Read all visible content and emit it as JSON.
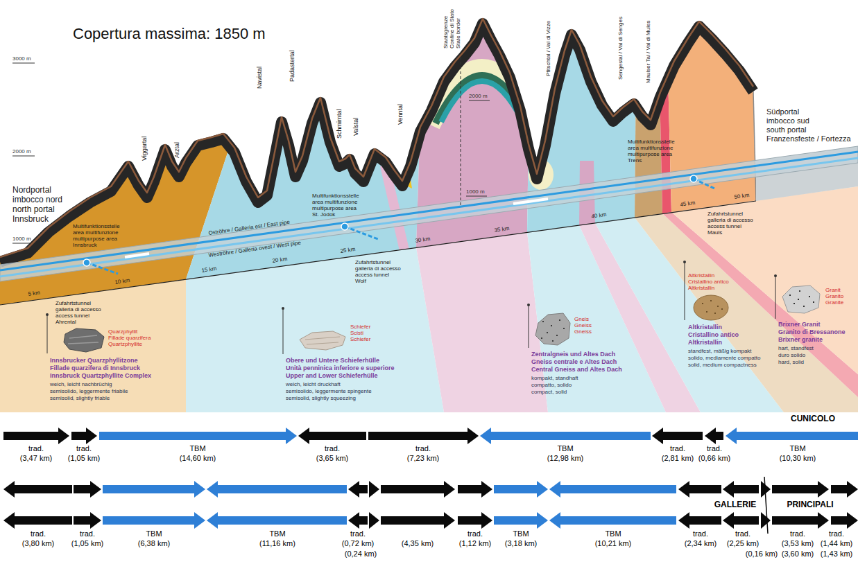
{
  "diagram": {
    "title": "Copertura massima: 1850 m",
    "nodes": [
      {
        "text": [
          "Quarzphyllit",
          "Fillade quarzifera",
          "Quartzphyllite",
          "Innsbrucker Quarzphyllitzone",
          "Fillade quarzifera di Innsbruck",
          "Innsbruck Quartzphyllite Complex",
          "weich, leicht nachbrüchig",
          "semisolido, leggermente friabile",
          "semisolid, slightly friable"
        ]
      },
      {
        "text": [
          "Schiefer",
          "Scisti",
          "Schiefer",
          "Obere und Untere Schieferhülle",
          "Unità penninica inferiore e superiore",
          "Upper and Lower Schieferhülle",
          "weich, leicht druckhaft",
          "semisolido, leggermente spingente",
          "semisolid, slightly squeezing"
        ]
      },
      {
        "text": [
          "Gneis",
          "Gneiss",
          "Gneiss",
          "Zentralgneis und Altes Dach",
          "Gneiss centrale e Altes Dach",
          "Central Gneiss and Altes Dach",
          "kompakt, standhaft",
          "compatto, solido",
          "compact, solid"
        ]
      },
      {
        "text": [
          "Altkristallin",
          "Cristallino antico",
          "Altkristallin",
          "Altkristallin",
          "Cristallino antico",
          "Altkristallin",
          "standfest, mäßig kompakt",
          "solido, mediamente compatto",
          "solid, medium compactness"
        ]
      },
      {
        "text": [
          "Granit",
          "Granito",
          "Granite",
          "Brixner Granit",
          "Granito di Bressanone",
          "Brixner granite",
          "hart, standfest",
          "duro solido",
          "hard, solid"
        ]
      }
    ],
    "labels": [
      "3000 m",
      "2000 m",
      "1000 m",
      "2000 m",
      "1000 m",
      "Nordportal",
      "imbocco nord",
      "north portal",
      "Innsbruck",
      "Viggartal",
      "Arztal",
      "Navistal",
      "Padastertal",
      "Schmirntal",
      "Valstal",
      "Venntal",
      "Staatsgrenze",
      "Confine di Stato",
      "State border",
      "Pfitschtal / Val di Vizze",
      "Sengestal / Val di Senges",
      "Maulser Tal / Val di Mules",
      "Südportal",
      "imbocco sud",
      "south portal",
      "Franzensfeste / Fortezza",
      "Multifunktionsstelle",
      "area multifunzione",
      "multipurpose area",
      "Innsbruck",
      "Multifunktionsstelle",
      "area multifunzione",
      "multipurpose area",
      "St. Jodok",
      "Multifunktionsstelle",
      "area multifunzione",
      "multipurpose area",
      "Trens",
      "Oströhre / Galleria est / East pipe",
      "Weströhre / Galleria ovest / West pipe",
      "Zufahrtstunnel",
      "galleria di accesso",
      "access tunnel",
      "Ahrental",
      "Zufahrtstunnel",
      "galleria di accesso",
      "access tunnel",
      "Wolf",
      "Zufahrtstunnel",
      "galleria di accesso",
      "access tunnel",
      "Mauls",
      "5 km",
      "10 km",
      "15 km",
      "20 km",
      "25 km",
      "30 km",
      "35 km",
      "40 km",
      "45 km",
      "50 km",
      "CUNICOLO",
      "GALLERIE",
      "PRINCIPALI",
      "trad.",
      "(3,47 km)",
      "trad.",
      "(1,05 km)",
      "TBM",
      "(14,60 km)",
      "trad.",
      "(3,65 km)",
      "trad.",
      "(7,23 km)",
      "TBM",
      "(12,98 km)",
      "trad.",
      "(2,81 km)",
      "trad.",
      "(0,66 km)",
      "TBM",
      "(10,30 km)",
      "trad.",
      "(3,80 km)",
      "trad.",
      "(1,05 km)",
      "TBM",
      "(6,38 km)",
      "TBM",
      "(11,16 km)",
      "trad.",
      "(0,72 km)",
      "(0,24 km)",
      "(4,35 km)",
      "trad.",
      "(1,12 km)",
      "TBM",
      "(3,18 km)",
      "TBM",
      "(10,21 km)",
      "trad.",
      "(2,34 km)",
      "trad.",
      "(2,25 km)",
      "(0,16 km)",
      "trad.",
      "(3,53 km)",
      "(3,60 km)",
      "trad.",
      "(1,44 km)",
      "(1,43 km)"
    ]
  }
}
